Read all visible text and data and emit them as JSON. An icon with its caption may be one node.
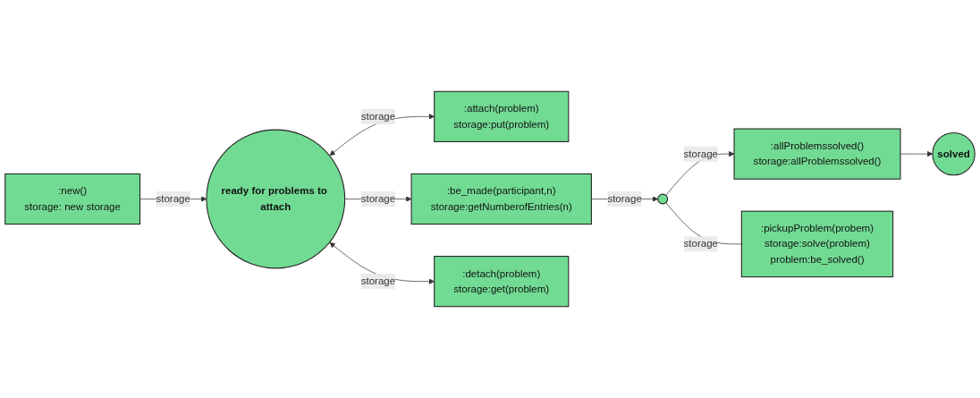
{
  "diagram": {
    "nodes": [
      {
        "text": [
          ":attach(problem)",
          "storage:put(problem)"
        ]
      },
      {
        "text": [
          "solved"
        ]
      },
      {
        "text": [
          ":new()",
          "storage: new storage"
        ]
      },
      {
        "text": [
          "ready for problems to attach"
        ]
      },
      {
        "text": [
          ":be_made(participant,n)",
          "storage:getNumberofEntries(n)"
        ]
      },
      {
        "text": [],
        "shape": "circle"
      },
      {
        "text": [
          ":allProblemssolved()",
          "storage:allProblemssolved()"
        ]
      },
      {
        "text": [
          ":detach(problem)",
          "storage:get(problem)"
        ]
      },
      {
        "text": [
          ":pickupProblem(probem)",
          "storage:solve(problem)",
          "problem:be_solved()"
        ]
      }
    ],
    "edges": [
      {
        "from": 2,
        "to": 3,
        "arrow": "to",
        "label": "storage"
      },
      {
        "from": 3,
        "to": 0,
        "arrow": "both",
        "label": "storage"
      },
      {
        "from": 3,
        "to": 7,
        "arrow": "both",
        "label": "storage"
      },
      {
        "from": 3,
        "to": 4,
        "arrow": "to",
        "label": "storage"
      },
      {
        "from": 4,
        "to": 5,
        "arrow": "to",
        "label": "storage"
      },
      {
        "from": 5,
        "to": 6,
        "arrow": "to",
        "label": "storage"
      },
      {
        "from": 5,
        "to": 8,
        "arrow": "none",
        "label": "storage"
      },
      {
        "from": 6,
        "to": 1,
        "arrow": "to"
      }
    ]
  }
}
